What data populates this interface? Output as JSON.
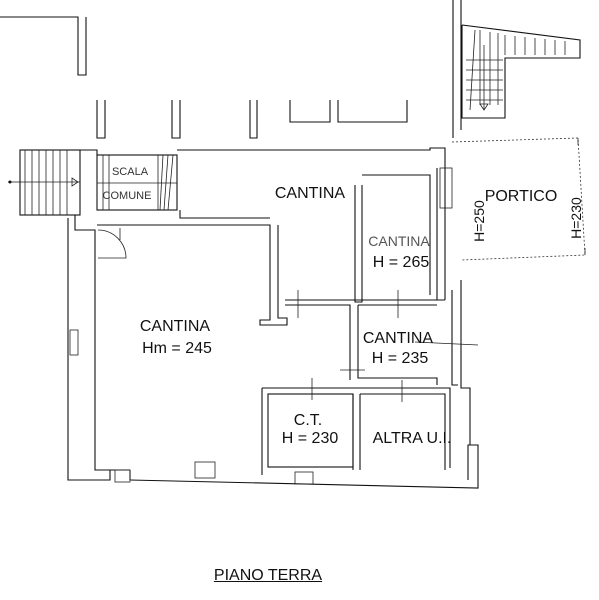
{
  "plan": {
    "title": "PIANO TERRA",
    "stair_label_1": "SCALA",
    "stair_label_2": "COMUNE",
    "rooms": {
      "cantina_top": {
        "name": "CANTINA"
      },
      "cantina_265": {
        "name": "CANTINA",
        "height": "H = 265"
      },
      "cantina_main": {
        "name": "CANTINA",
        "height": "Hm = 245"
      },
      "cantina_235": {
        "name": "CANTINA",
        "height": "H = 235"
      },
      "ct": {
        "name": "C.T.",
        "height": "H = 230"
      },
      "altra": {
        "name": "ALTRA U.I."
      },
      "portico": {
        "name": "PORTICO",
        "height_left": "H=250",
        "height_right": "H=230"
      }
    }
  }
}
